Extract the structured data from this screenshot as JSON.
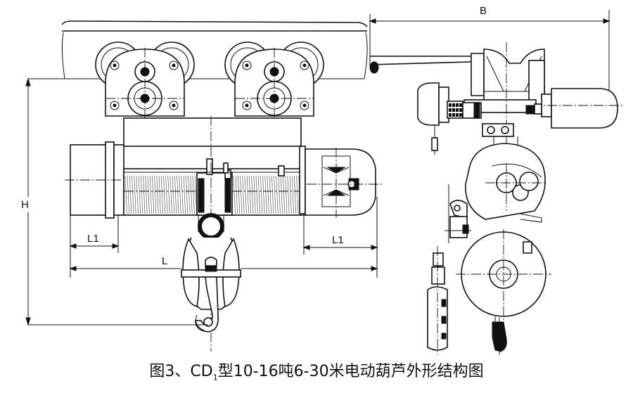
{
  "dimensions": {
    "b_label": "B",
    "h_label": "H",
    "l1_left_label": "L1",
    "l1_right_label": "L1",
    "l_label": "L"
  },
  "caption": {
    "prefix": "图3、CD",
    "subscript": "1",
    "suffix": "型10-16吨6-30米电动葫芦外形结构图"
  }
}
